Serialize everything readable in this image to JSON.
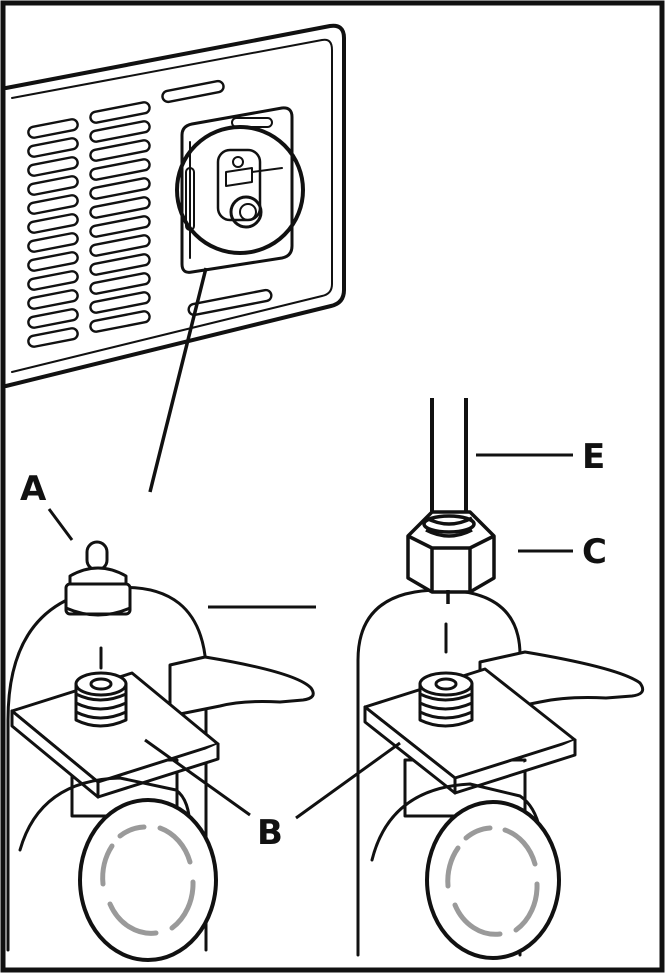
{
  "callouts": {
    "a": "A",
    "b": "B",
    "c": "C",
    "e": "E"
  },
  "colors": {
    "ink": "#111111",
    "paper": "#ffffff",
    "valve_ring": "#9a9a9a"
  },
  "icons": {
    "panel": "vented-panel-icon",
    "cap": "valve-cap-icon",
    "valve": "valve-icon",
    "nut": "hex-nut-icon",
    "hose": "hose-icon"
  }
}
